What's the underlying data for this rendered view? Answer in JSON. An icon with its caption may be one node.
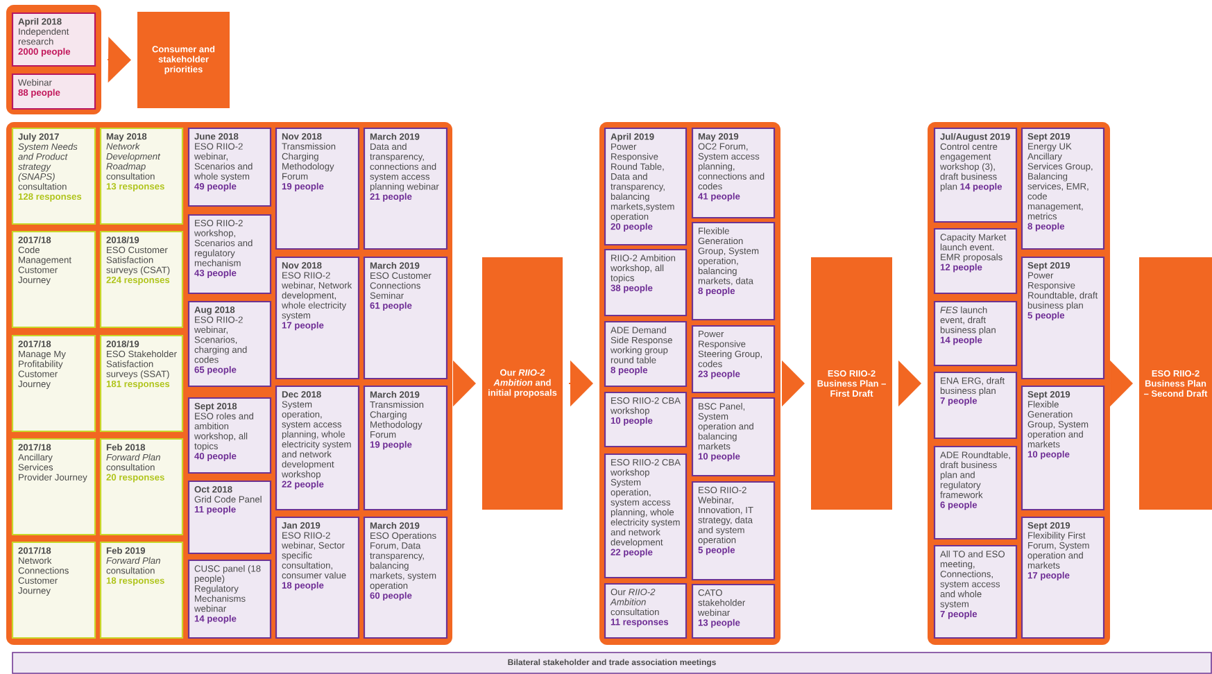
{
  "diagram": {
    "nodes": [
      {
        "text": [],
        "shape": "box"
      },
      {
        "text": [
          "April 2018",
          "Independent research",
          "2000 people"
        ],
        "in": 0
      },
      {
        "text": [
          "Webinar",
          "88 people"
        ],
        "in": 0
      },
      {
        "text": [
          "Consumer and stakeholder priorities"
        ]
      },
      {
        "text": [],
        "shape": "box"
      },
      {
        "text": [
          "July 2017",
          "*System Needs and Product strategy (SNAPS)* consultation",
          "128 responses"
        ],
        "in": 4
      },
      {
        "text": [
          "2017/18",
          "Code Management Customer Journey"
        ],
        "in": 4
      },
      {
        "text": [
          "2017/18",
          "Manage My Profitability Customer Journey"
        ],
        "in": 4
      },
      {
        "text": [
          "2017/18",
          "Ancillary Services Provider Journey"
        ],
        "in": 4
      },
      {
        "text": [
          "2017/18",
          "Network Connections Customer Journey"
        ],
        "in": 4
      },
      {
        "text": [
          "May 2018",
          "*Network Development Roadmap* consultation",
          "13 responses"
        ],
        "in": 4
      },
      {
        "text": [
          "2018/19",
          "ESO Customer Satisfaction surveys (CSAT)",
          "224 responses"
        ],
        "in": 4
      },
      {
        "text": [
          "2018/19",
          "ESO Stakeholder Satisfaction surveys (SSAT)",
          "181 responses"
        ],
        "in": 4
      },
      {
        "text": [
          "Feb 2018",
          "*Forward Plan* consultation",
          "20 responses"
        ],
        "in": 4
      },
      {
        "text": [
          "Feb 2019",
          "*Forward Plan* consultation",
          "18 responses"
        ],
        "in": 4
      },
      {
        "text": [
          "June 2018",
          "ESO RIIO-2 webinar, Scenarios and whole system",
          "49 people"
        ],
        "in": 4
      },
      {
        "text": [
          "ESO RIIO-2 workshop, Scenarios and regulatory mechanism",
          "43 people"
        ],
        "in": 4
      },
      {
        "text": [
          "Aug 2018",
          "ESO RIIO-2 webinar, Scenarios, charging and codes",
          "65 people"
        ],
        "in": 4
      },
      {
        "text": [
          "Sept 2018",
          "ESO roles and ambition workshop, all topics",
          "40 people"
        ],
        "in": 4
      },
      {
        "text": [
          "Oct 2018",
          "Grid Code Panel",
          "11 people"
        ],
        "in": 4
      },
      {
        "text": [
          "CUSC panel (18 people) Regulatory Mechanisms webinar",
          "14 people"
        ],
        "in": 4
      },
      {
        "text": [
          "Nov 2018",
          "Transmission Charging Methodology Forum",
          "19 people"
        ],
        "in": 4
      },
      {
        "text": [
          "Nov 2018",
          "ESO RIIO-2 webinar, Network development, whole electricity system",
          "17 people"
        ],
        "in": 4
      },
      {
        "text": [
          "Dec 2018",
          "System operation, system access planning, whole electricity system and network development workshop",
          "22 people"
        ],
        "in": 4
      },
      {
        "text": [
          "Jan 2019",
          "ESO RIIO-2 webinar, Sector specific consultation, consumer value",
          "18 people"
        ],
        "in": 4
      },
      {
        "text": [
          "March 2019",
          "Data and transparency, connections and system access planning webinar",
          "21 people"
        ],
        "in": 4
      },
      {
        "text": [
          "March 2019",
          "ESO Customer Connections Seminar",
          "61 people"
        ],
        "in": 4
      },
      {
        "text": [
          "March 2019",
          "Transmission Charging Methodology Forum",
          "19 people"
        ],
        "in": 4
      },
      {
        "text": [
          "March 2019",
          "ESO Operations Forum, Data transparency, balancing markets, system operation",
          "60 people"
        ],
        "in": 4
      },
      {
        "text": [
          "Our *RIIO-2 Ambition* and initial proposals"
        ]
      },
      {
        "text": [],
        "shape": "box"
      },
      {
        "text": [
          "April 2019",
          "Power Responsive Round Table, Data and transparency, balancing markets,system operation",
          "20 people"
        ],
        "in": 30
      },
      {
        "text": [
          "RIIO-2 Ambition workshop, all topics",
          "38 people"
        ],
        "in": 30
      },
      {
        "text": [
          "ADE Demand Side Response working group round table",
          "8 people"
        ],
        "in": 30
      },
      {
        "text": [
          "ESO RIIO-2 CBA workshop",
          "10 people"
        ],
        "in": 30
      },
      {
        "text": [
          "ESO RIIO-2 CBA workshop System operation, system access planning, whole electricity system and network development",
          "22 people"
        ],
        "in": 30
      },
      {
        "text": [
          "Our *RIIO-2 Ambition* consultation",
          "11 responses"
        ],
        "in": 30
      },
      {
        "text": [
          "May 2019",
          "OC2 Forum, System access planning, connections and codes",
          "41 people"
        ],
        "in": 30
      },
      {
        "text": [
          "Flexible Generation Group, System operation, balancing markets, data",
          "8 people"
        ],
        "in": 30
      },
      {
        "text": [
          "Power Responsive Steering Group, codes",
          "23 people"
        ],
        "in": 30
      },
      {
        "text": [
          "BSC Panel, System operation and balancing markets",
          "10 people"
        ],
        "in": 30
      },
      {
        "text": [
          "ESO RIIO-2 Webinar, Innovation, IT strategy, data and system operation",
          "5 people"
        ],
        "in": 30
      },
      {
        "text": [
          "CATO stakeholder webinar",
          "13 people"
        ],
        "in": 30
      },
      {
        "text": [
          "ESO RIIO-2 Business Plan – First Draft"
        ]
      },
      {
        "text": [],
        "shape": "box"
      },
      {
        "text": [
          "Jul/August 2019",
          "Control centre engagement workshop (3), draft business plan",
          "14 people"
        ],
        "in": 44
      },
      {
        "text": [
          "Capacity Market launch event. EMR proposals",
          "12 people"
        ],
        "in": 44
      },
      {
        "text": [
          "*FES* launch event, draft business plan",
          "14 people"
        ],
        "in": 44
      },
      {
        "text": [
          "ENA ERG, draft business plan",
          "7 people"
        ],
        "in": 44
      },
      {
        "text": [
          "ADE Roundtable, draft business plan and regulatory framework",
          "6 people"
        ],
        "in": 44
      },
      {
        "text": [
          "All TO and ESO meeting, Connections, system access and whole system",
          "7 people"
        ],
        "in": 44
      },
      {
        "text": [
          "Sept 2019",
          "Energy UK Ancillary Services Group, Balancing services, EMR, code management, metrics",
          "8 people"
        ],
        "in": 44
      },
      {
        "text": [
          "Sept 2019",
          "Power Responsive Roundtable, draft business plan",
          "5 people"
        ],
        "in": 44
      },
      {
        "text": [
          "Sept 2019",
          "Flexible Generation Group, System operation and markets",
          "10 people"
        ],
        "in": 44
      },
      {
        "text": [
          "Sept 2019",
          "Flexibility First Forum, System operation and markets",
          "17 people"
        ],
        "in": 44
      },
      {
        "text": [
          "ESO RIIO-2 Business Plan – Second Draft"
        ]
      },
      {
        "text": [
          "Bilateral stakeholder and trade association meetings"
        ]
      }
    ],
    "edges": [
      {
        "from": 0,
        "to": 3,
        "arrow": "to"
      },
      {
        "from": 4,
        "to": 29,
        "arrow": "to"
      },
      {
        "from": 29,
        "to": 30,
        "arrow": "to"
      },
      {
        "from": 30,
        "to": 43,
        "arrow": "to"
      },
      {
        "from": 43,
        "to": 44,
        "arrow": "to"
      },
      {
        "from": 44,
        "to": 55,
        "arrow": "to"
      }
    ]
  }
}
